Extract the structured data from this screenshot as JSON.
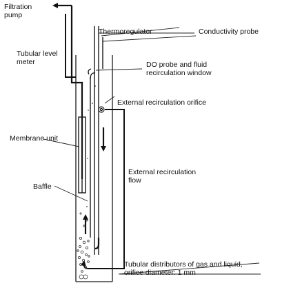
{
  "labels": {
    "filtration_pump": [
      "Filtration",
      "pump"
    ],
    "thermoregulator": "Thermoregulator",
    "conductivity_probe": "Conductivity probe",
    "tubular_level_meter": [
      "Tubular level",
      "meter"
    ],
    "do_probe": [
      "DO probe and fluid",
      "recirculation window"
    ],
    "external_orifice": "External recirculation orifice",
    "membrane_unit": "Membrane unit",
    "external_flow": [
      "External recirculation",
      "flow"
    ],
    "baffle": "Baffle",
    "distributors": [
      "Tubular distributors of gas and liquid,",
      "orifice diameter: 1 mm"
    ]
  },
  "colors": {
    "line": "#1a1a1a",
    "arrow": "#111111"
  }
}
